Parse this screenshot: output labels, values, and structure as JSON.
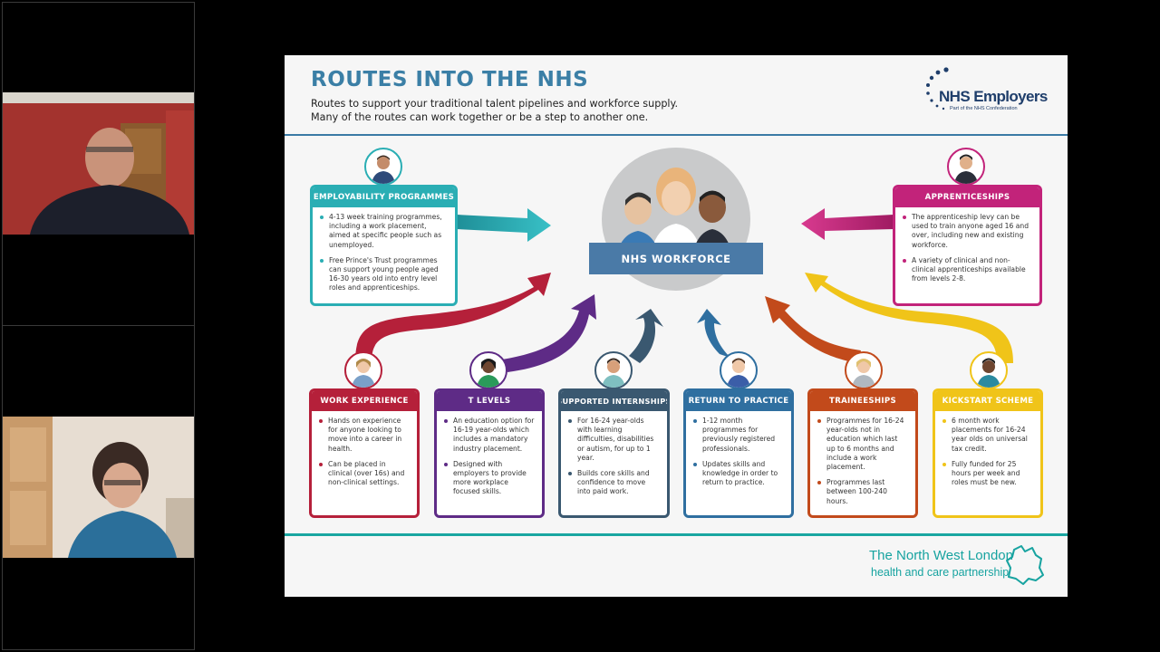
{
  "slide": {
    "title": "ROUTES INTO THE NHS",
    "subtitle_line1": "Routes to support your traditional talent pipelines and workforce supply.",
    "subtitle_line2": "Many of the routes can work together or be a step to another one.",
    "logo_text": "NHS Employers",
    "logo_subtext": "Part of the NHS Confederation",
    "center_label": "NHS WORKFORCE",
    "footer_line1": "The North West London",
    "footer_line2": "health and care partnership"
  },
  "colors": {
    "teal": "#2aaeb4",
    "magenta": "#c2237a",
    "red": "#b5203a",
    "purple": "#5e2b86",
    "slate": "#3a5870",
    "blue": "#2f6fa0",
    "orange": "#c24a1b",
    "yellow": "#f0c419",
    "title_blue": "#3b7fa6",
    "footer_teal": "#17a3a0"
  },
  "cards": {
    "employability": {
      "title": "EMPLOYABILITY PROGRAMMES",
      "p1": "4-13 week training programmes, including a work placement, aimed at specific people such as unemployed.",
      "p2": "Free Prince's Trust programmes can support young people aged 16-30 years old into entry level roles and apprenticeships."
    },
    "apprenticeships": {
      "title": "APPRENTICESHIPS",
      "p1": "The apprenticeship levy can be used to train anyone aged 16 and over, including new and existing workforce.",
      "p2": "A variety of clinical and non-clinical apprenticeships available from levels 2-8."
    },
    "work_experience": {
      "title": "WORK EXPERIENCE",
      "p1": "Hands on experience for anyone looking to move into a career in health.",
      "p2": "Can be placed in clinical (over 16s) and non-clinical settings."
    },
    "t_levels": {
      "title": "T LEVELS",
      "p1": "An education option for 16-19 year-olds which includes a mandatory industry placement.",
      "p2": "Designed with employers to provide more workplace focused skills."
    },
    "supported_internships": {
      "title": "SUPPORTED INTERNSHIPS",
      "p1": "For 16-24 year-olds with learning difficulties, disabilities or autism, for up to 1 year.",
      "p2": "Builds core skills and confidence to move into paid work."
    },
    "return_to_practice": {
      "title": "RETURN TO PRACTICE",
      "p1": "1-12 month programmes for previously registered professionals.",
      "p2": "Updates skills and knowledge in order to return to practice."
    },
    "traineeships": {
      "title": "TRAINEESHIPS",
      "p1": "Programmes for 16-24 year-olds not in education which last up to 6 months and include a work placement.",
      "p2": "Programmes last between 100-240 hours."
    },
    "kickstart": {
      "title": "KICKSTART SCHEME",
      "p1": "6 month work placements for 16-24 year olds on universal tax credit.",
      "p2": "Fully funded for 25 hours per week and roles must be new."
    }
  },
  "participants": {
    "count": 2,
    "icons": [
      "person-video-icon",
      "person-video-icon"
    ]
  }
}
